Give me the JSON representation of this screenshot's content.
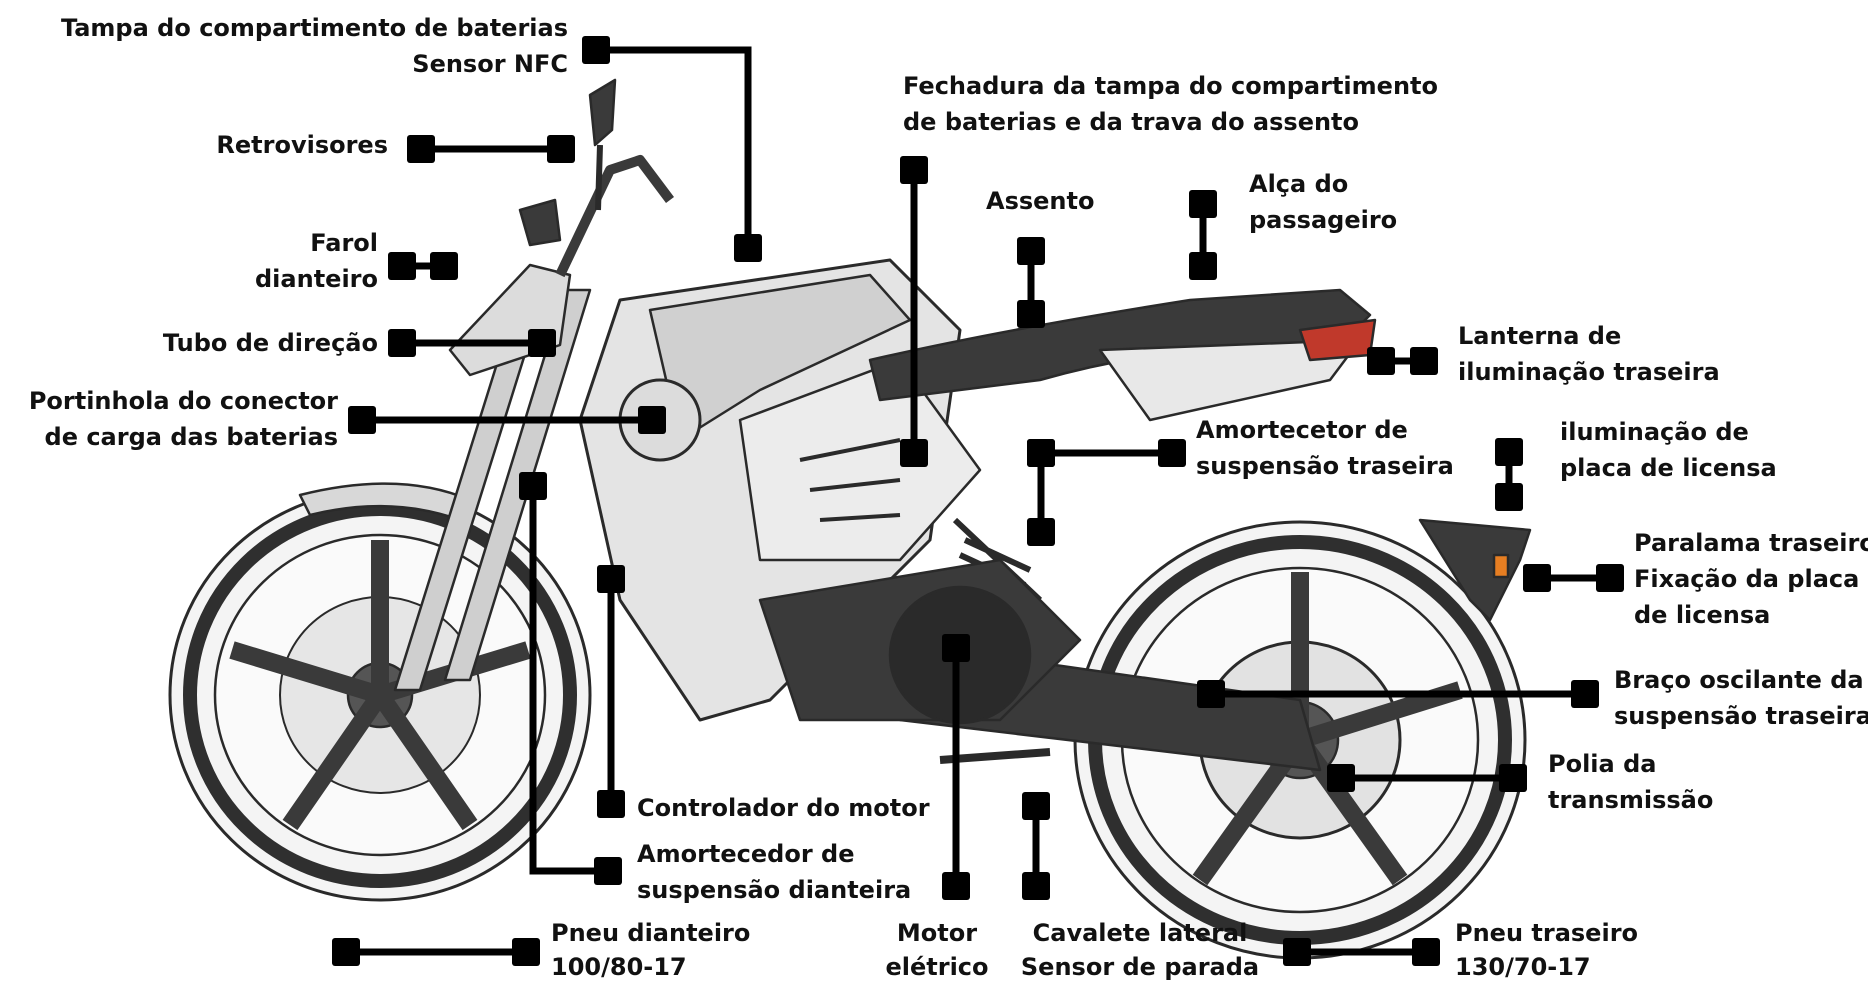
{
  "colors": {
    "marker": "#000000",
    "text": "#111111",
    "outline": "#2a2a2a",
    "body_fill": "#e4e4e4",
    "dark_fill": "#3a3a3a",
    "tail_light": "#c0392b",
    "indicator": "#e67e22"
  },
  "labels": {
    "battery_cover": {
      "line1": "Tampa do compartimento de baterias",
      "line2": "Sensor NFC"
    },
    "mirrors": {
      "line1": "Retrovisores"
    },
    "headlight": {
      "line1": "Farol",
      "line2": "dianteiro"
    },
    "steering_tube": {
      "line1": "Tubo de direção"
    },
    "charge_port": {
      "line1": "Portinhola do conector",
      "line2": "de carga das baterias"
    },
    "lock": {
      "line1": "Fechadura da tampa do compartimento",
      "line2": "de baterias e da trava do assento"
    },
    "seat": {
      "line1": "Assento"
    },
    "grab_handle": {
      "line1": "Alça do",
      "line2": "passageiro"
    },
    "tail_light": {
      "line1": "Lanterna de",
      "line2": "iluminação traseira"
    },
    "rear_shock": {
      "line1": "Amortecetor de",
      "line2": "suspensão traseira"
    },
    "plate_light": {
      "line1": "iluminação de",
      "line2": "placa de licensa"
    },
    "rear_fender": {
      "line1": "Paralama traseiro",
      "line2": "Fixação da placa",
      "line3": "de licensa"
    },
    "swingarm": {
      "line1": "Braço oscilante da",
      "line2": "suspensão traseira"
    },
    "pulley": {
      "line1": "Polia da",
      "line2": "transmissão"
    },
    "controller": {
      "line1": "Controlador do motor"
    },
    "front_shock": {
      "line1": "Amortecedor de",
      "line2": "suspensão dianteira"
    },
    "front_tire": {
      "line1": "Pneu dianteiro",
      "line2": "100/80-17"
    },
    "motor": {
      "line1": "Motor",
      "line2": "elétrico"
    },
    "kickstand": {
      "line1": "Cavalete lateral",
      "line2": "Sensor de parada"
    },
    "rear_tire": {
      "line1": "Pneu traseiro",
      "line2": "130/70-17"
    }
  }
}
